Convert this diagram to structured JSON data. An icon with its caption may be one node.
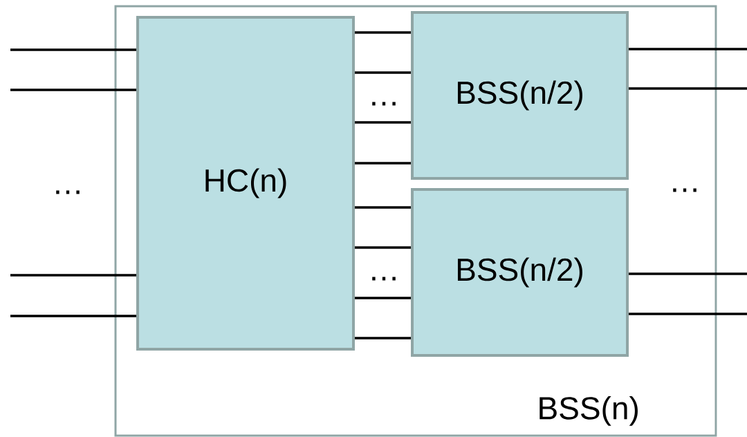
{
  "diagram": {
    "nodes": [
      {
        "text": [
          "BSS(n)"
        ]
      },
      {
        "text": [
          "HC(n)"
        ],
        "in": 0
      },
      {
        "text": [
          "BSS(n/2)"
        ],
        "in": 0
      },
      {
        "text": [
          "BSS(n/2)"
        ],
        "in": 0
      }
    ],
    "edges": [
      {
        "from": null,
        "to": 1,
        "arrow": "none"
      },
      {
        "from": null,
        "to": 1,
        "arrow": "none"
      },
      {
        "from": null,
        "to": 1,
        "arrow": "none"
      },
      {
        "from": null,
        "to": 1,
        "arrow": "none"
      },
      {
        "from": 1,
        "to": 2,
        "arrow": "none"
      },
      {
        "from": 1,
        "to": 2,
        "arrow": "none"
      },
      {
        "from": 1,
        "to": 2,
        "arrow": "none"
      },
      {
        "from": 1,
        "to": 2,
        "arrow": "none"
      },
      {
        "from": 1,
        "to": 3,
        "arrow": "none"
      },
      {
        "from": 1,
        "to": 3,
        "arrow": "none"
      },
      {
        "from": 1,
        "to": 3,
        "arrow": "none"
      },
      {
        "from": 1,
        "to": 3,
        "arrow": "none"
      },
      {
        "from": 2,
        "to": null,
        "arrow": "none"
      },
      {
        "from": 2,
        "to": null,
        "arrow": "none"
      },
      {
        "from": 3,
        "to": null,
        "arrow": "none"
      },
      {
        "from": 3,
        "to": null,
        "arrow": "none"
      }
    ],
    "labels": [
      "…",
      "…",
      "…",
      "…"
    ]
  }
}
